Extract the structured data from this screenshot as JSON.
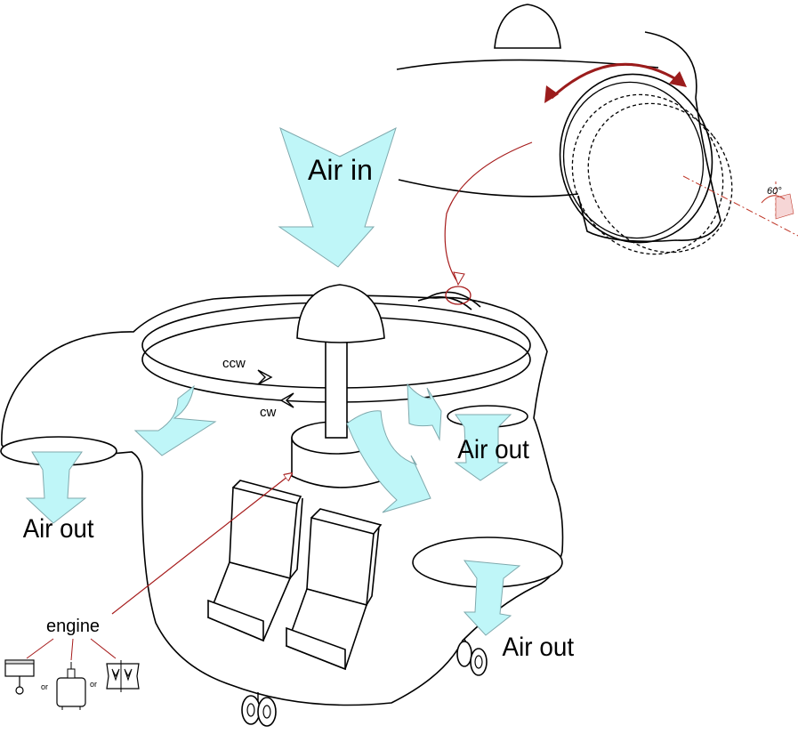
{
  "labels": {
    "air_in": "Air in",
    "air_out_left": "Air out",
    "air_out_right_upper": "Air out",
    "air_out_right_lower": "Air out",
    "ccw": "ccw",
    "cw": "cw",
    "engine": "engine",
    "angle": "60°",
    "or_1": "or",
    "or_2": "or"
  },
  "colors": {
    "air_fill": "#bff6f8",
    "annotation_red": "#a61b1b",
    "outline": "#000000"
  }
}
